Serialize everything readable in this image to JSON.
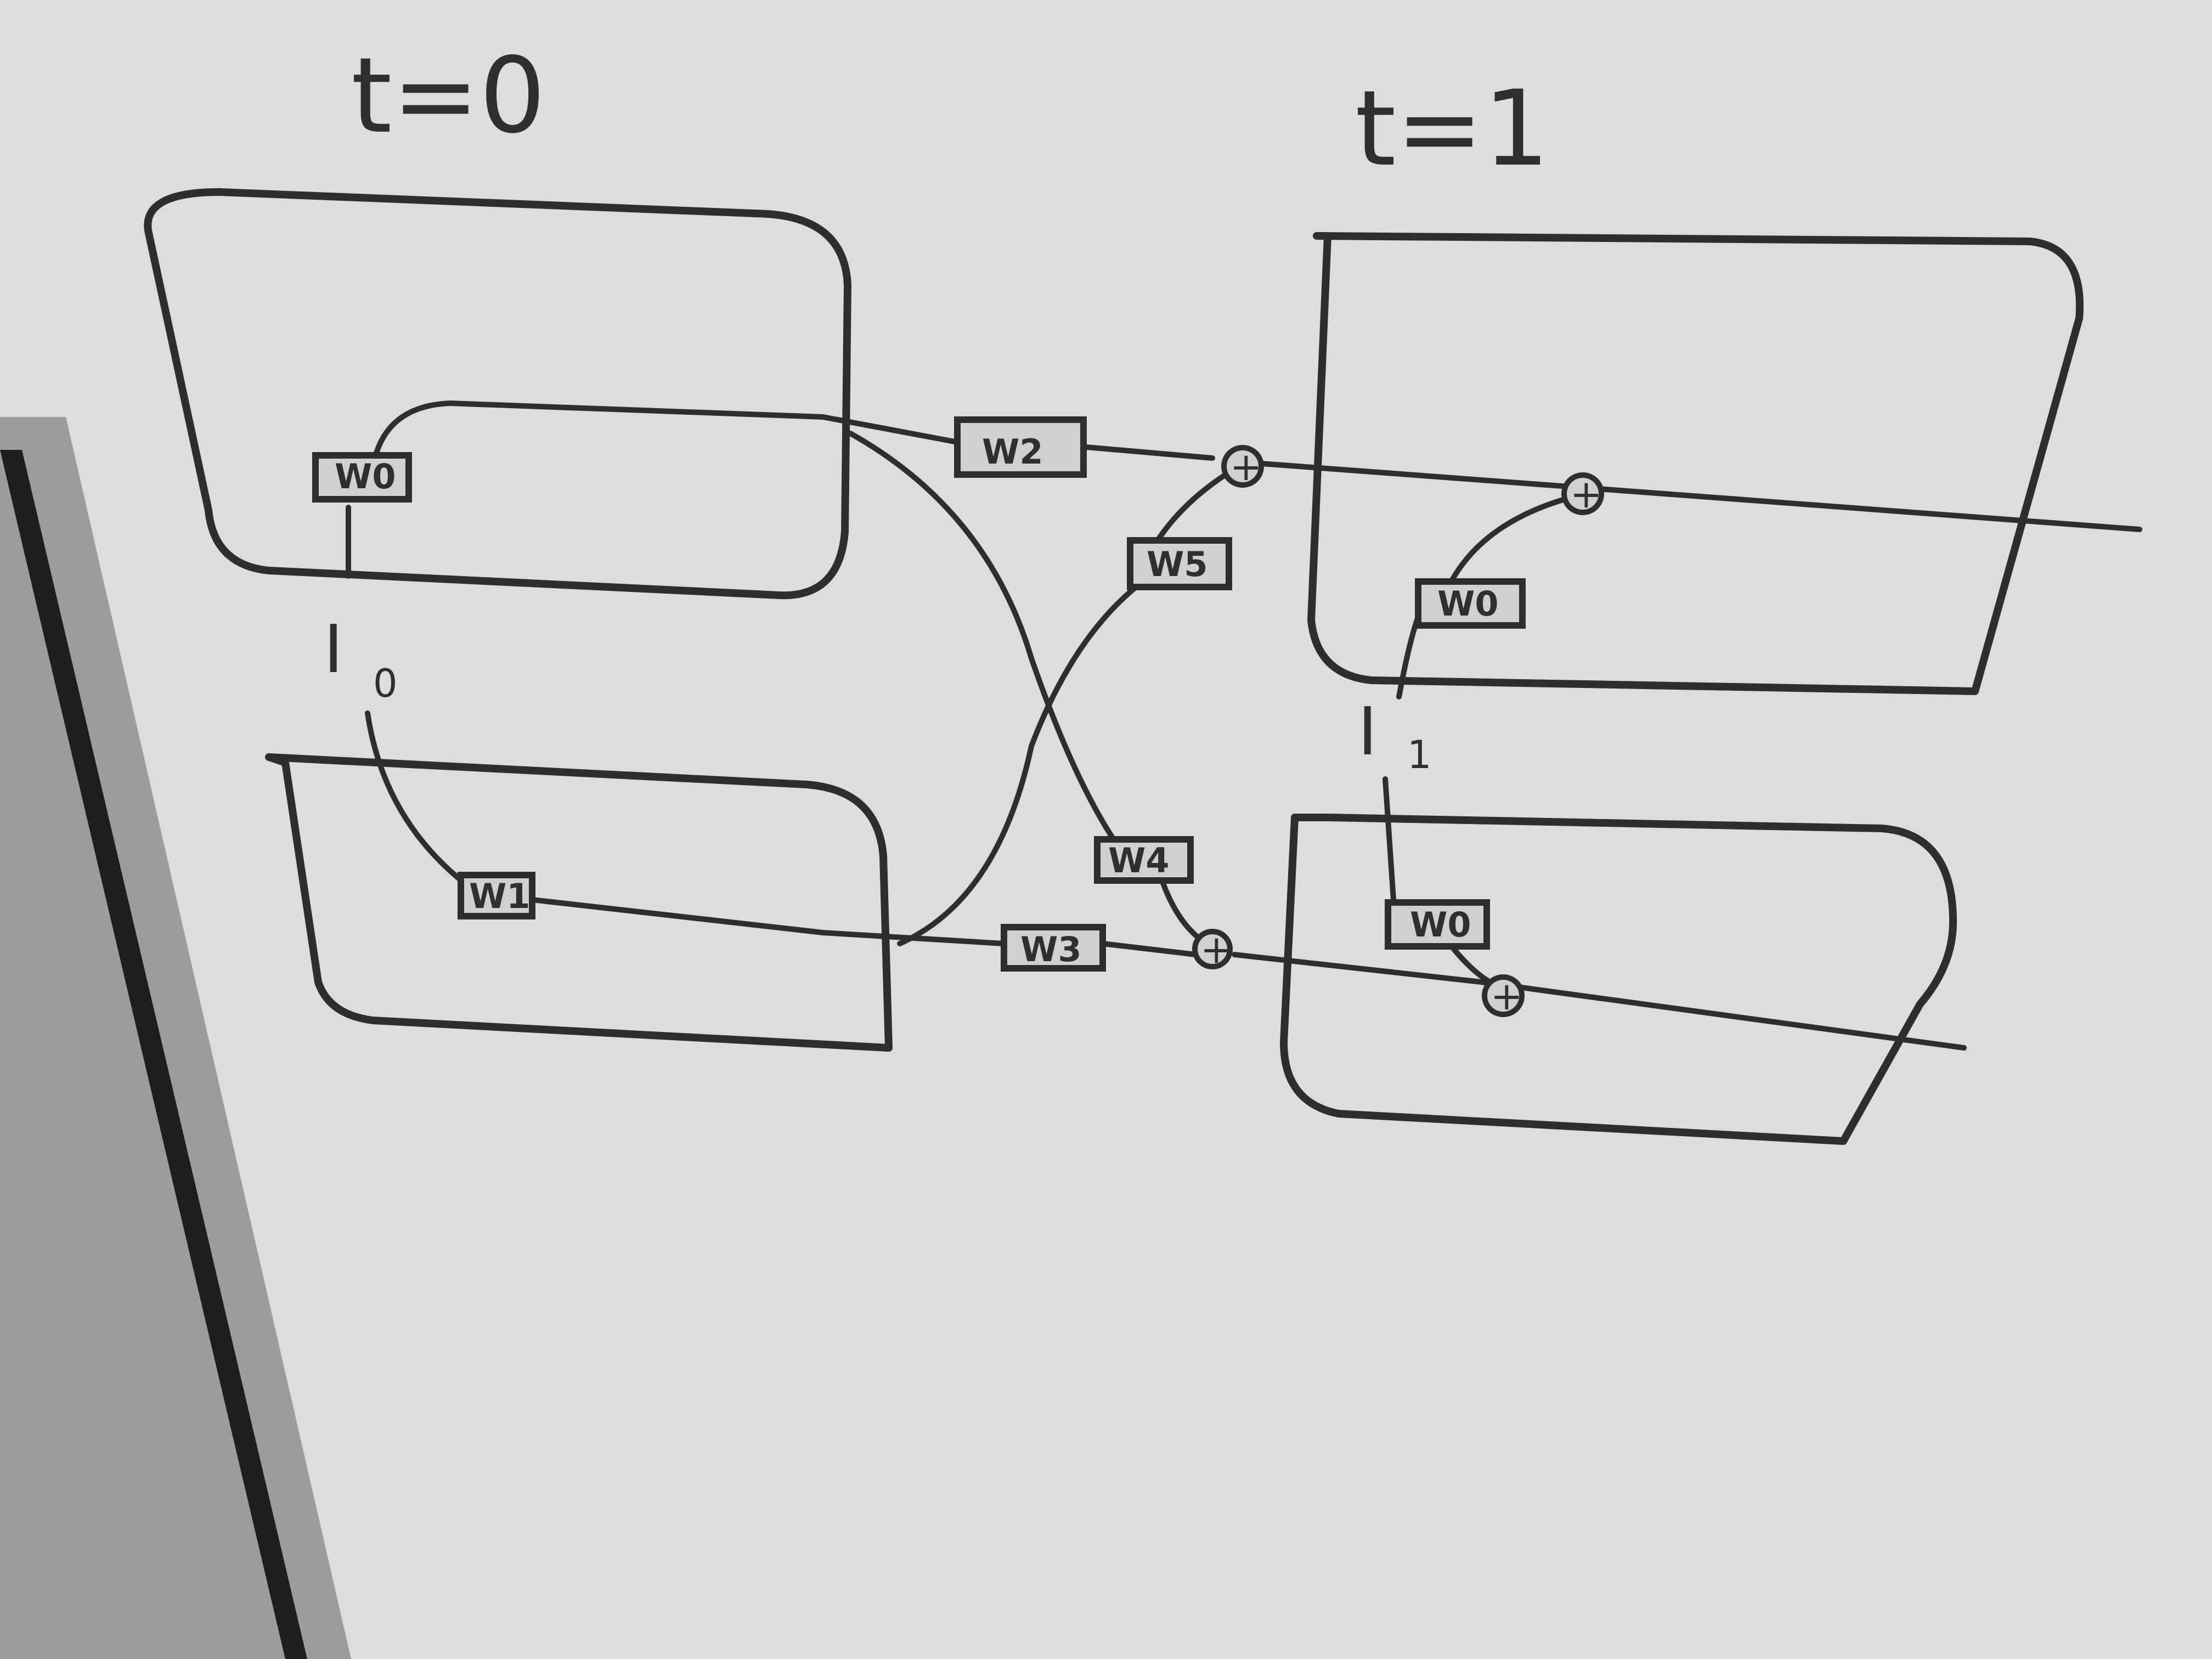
{
  "title_left": "t=0",
  "title_right": "t=1",
  "inputs": [
    {
      "label": "I",
      "subscript": "0"
    },
    {
      "label": "I",
      "subscript": "1"
    }
  ],
  "weights": {
    "left_top": "W0",
    "left_bottom": "W1",
    "cross_top": "W2",
    "cross_bottom": "W3",
    "cross_down": "W4",
    "cross_up": "W5",
    "right_top": "W0",
    "right_bottom": "W0"
  },
  "sum_symbol": "+",
  "colors": {
    "board": "#d9dadb",
    "ink": "#2e2e2e",
    "frame": "#1e1e1e"
  }
}
